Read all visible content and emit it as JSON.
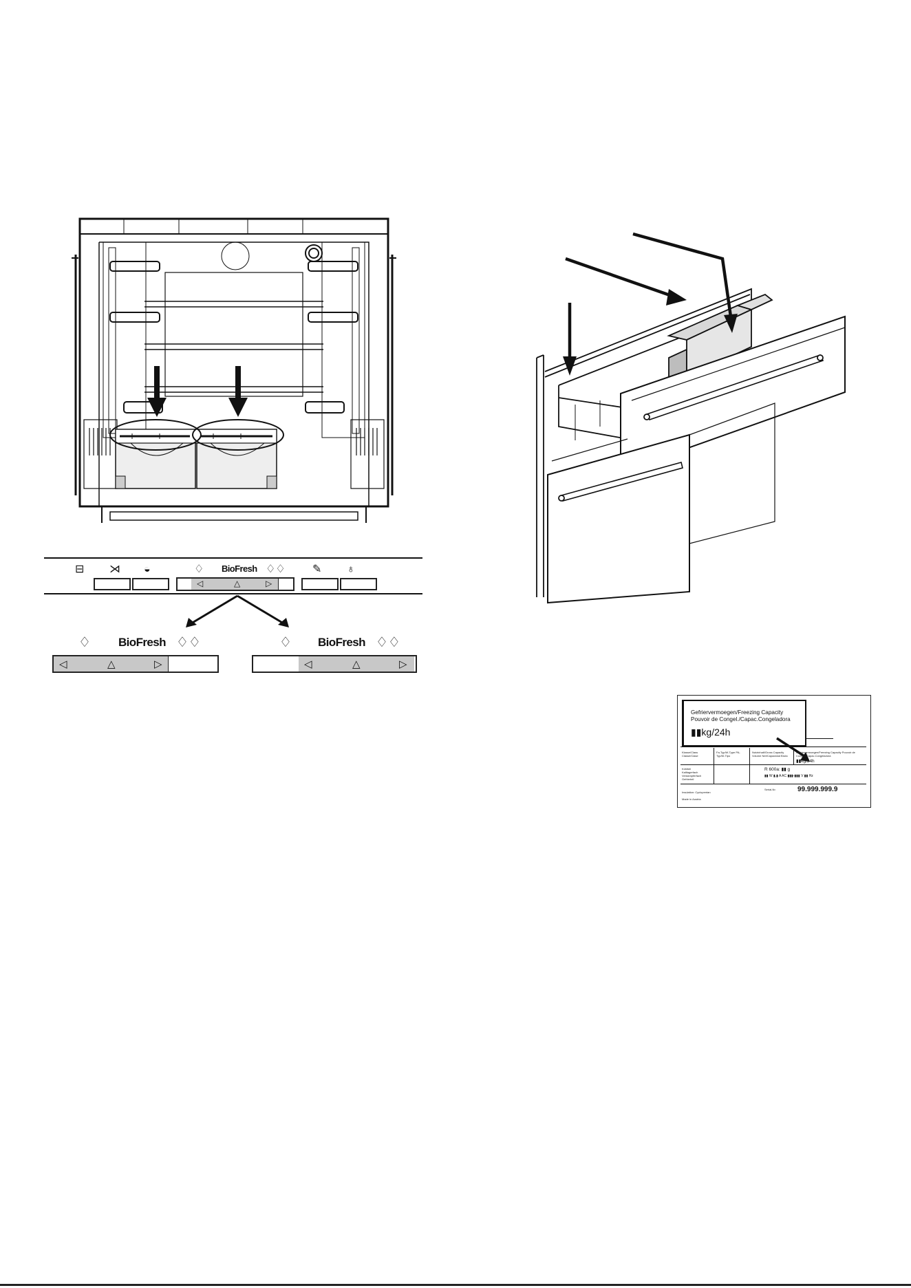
{
  "control_panel": {
    "biofresh_label": "BioFresh",
    "icons": [
      "fridge-icon",
      "fish-icon",
      "cheese-icon",
      "drop-icon",
      "double-drop-icon",
      "carrot-icon",
      "apple-icon"
    ],
    "arrows": {
      "left": "◁",
      "center": "△",
      "right": "▷"
    }
  },
  "panel_left": {
    "biofresh_label": "BioFresh",
    "arrows": {
      "left": "◁",
      "center": "△",
      "right": "▷"
    }
  },
  "panel_right": {
    "biofresh_label": "BioFresh",
    "arrows": {
      "left": "◁",
      "center": "△",
      "right": "▷"
    }
  },
  "rating_plate": {
    "header_line1": "Gefriervermoegen/Freezing Capacity",
    "header_line2": "Pouvoir de Congel./Capac.Congeladora",
    "header_value": "▮▮kg/24h",
    "col1_title": "Klasse/Class Classe/Clase",
    "col2_title": "Fa-Typ/W-Type PA-Typ/W-Tipo",
    "col3_title": "Nutzinhalt/Gross Capacity Volume Net/Capacidad Bruta",
    "col4_title": "Gefriervermoegen/Freezing Capacity Pouvoir de Congel./Capac.Congeladora",
    "col4_value": "▮▮kg/24h",
    "refrigerant": "R 600a: ▮▮ g",
    "electrical": "▮▮ W ▮,▮ A AC ▮▮▮-▮▮▮ V ▮▮ Hz",
    "serial_label": "Serial-Nr.",
    "serial_number": "99.999.999.9",
    "insulation": "Insulation: Cyclopentan",
    "made_in": "Made in Austria",
    "rows": [
      "Kühlteil",
      "Kaltlagerfach",
      "Verdampferfach",
      "Gefrierteil"
    ]
  }
}
